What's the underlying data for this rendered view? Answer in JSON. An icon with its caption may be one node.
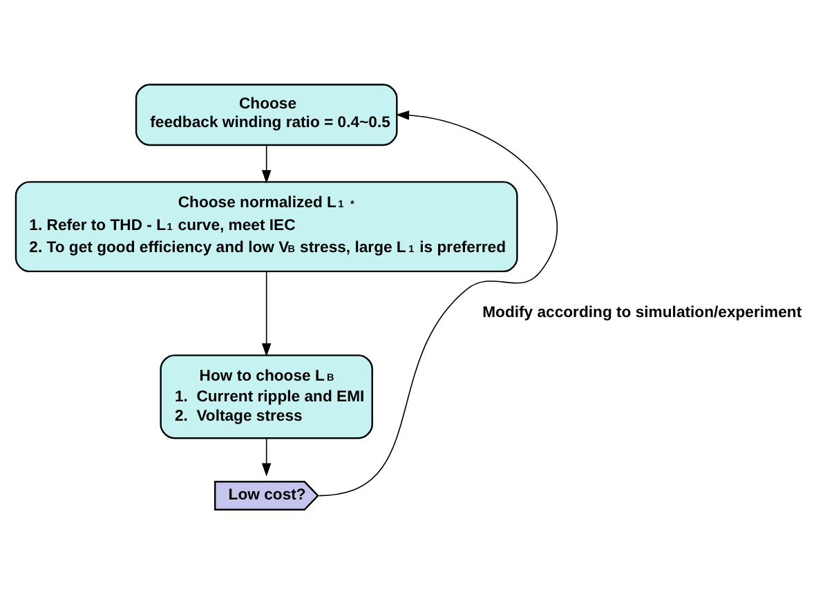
{
  "diagram": {
    "nodes": [
      {
        "text": [
          "Choose",
          "feedback winding ratio = 0.4~0.5"
        ]
      },
      {
        "text": [
          "Choose normalized L$_{1}$$^{*}$",
          "1. Refer to THD - L$_{1}$ curve, meet IEC",
          "2. To get good efficiency and low V$_{B}$ stress, large L$_{1}$ is preferred"
        ]
      },
      {
        "text": [
          "How to choose L$_{B}$",
          "1.  Current ripple and EMI",
          "2.  Voltage stress"
        ]
      },
      {
        "text": [
          "Low cost?"
        ]
      }
    ],
    "edges": [
      {
        "from": 0,
        "to": 1,
        "arrow": "to"
      },
      {
        "from": 1,
        "to": 2,
        "arrow": "to"
      },
      {
        "from": 2,
        "to": 3,
        "arrow": "to"
      },
      {
        "from": 3,
        "to": 0,
        "arrow": "to",
        "label": "Modify according to simulation/experiment"
      }
    ]
  }
}
